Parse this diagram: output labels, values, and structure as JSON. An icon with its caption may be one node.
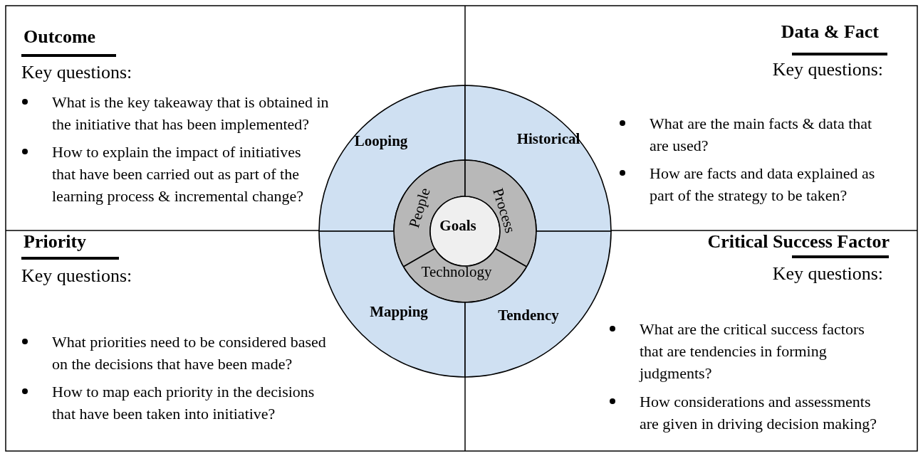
{
  "diagram": {
    "nodes": [
      {
        "text": [
          "Outcome",
          "Key questions:",
          "What is the key takeaway that is obtained in the initiative that has been implemented?",
          "How to explain the impact of initiatives that have been carried out as part of the learning process & incremental change?"
        ]
      },
      {
        "text": [
          "Data & Fact",
          "Key questions:",
          "What are the main facts & data that are used?",
          "How are facts and data explained as part of the strategy to be taken?"
        ]
      },
      {
        "text": [
          "Looping"
        ]
      },
      {
        "text": [
          "Historical"
        ]
      },
      {
        "text": [
          "People"
        ]
      },
      {
        "text": [
          "Goals"
        ]
      },
      {
        "text": [
          "Process"
        ]
      },
      {
        "text": [
          "Technology"
        ]
      },
      {
        "text": [
          "Priority",
          "Key questions:",
          "What priorities need to be considered based on the decisions that have been made?",
          "How to map each priority in the decisions that have been taken into initiative?"
        ]
      },
      {
        "text": [
          "Mapping"
        ]
      },
      {
        "text": [
          "Tendency"
        ]
      },
      {
        "text": [
          "Critical Success Factor",
          "Key questions:",
          "What are the critical success factors that are tendencies in forming judgments?",
          "How considerations and assessments are given in driving decision making?"
        ]
      }
    ],
    "edges": []
  }
}
